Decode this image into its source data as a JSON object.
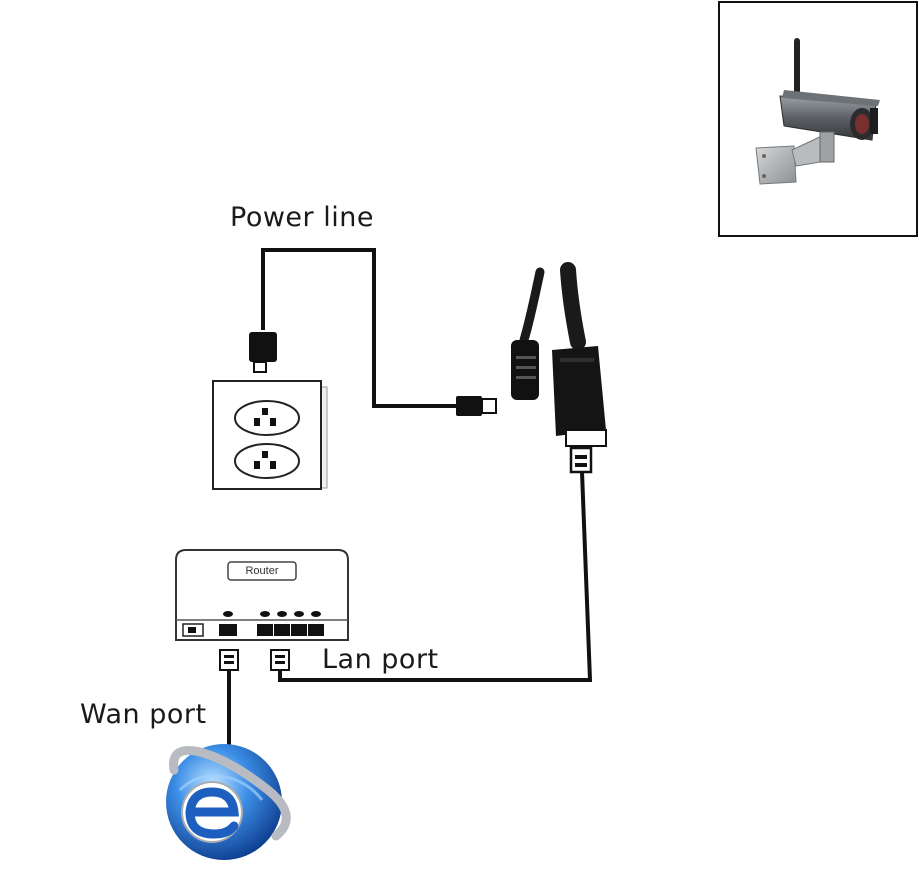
{
  "labels": {
    "power_line": "Power line",
    "lan_port": "Lan port",
    "wan_port": "Wan port",
    "router": "Router"
  },
  "icons": [
    "camera-icon",
    "power-plug-icon",
    "wall-outlet-icon",
    "dc-connector-icon",
    "camera-pigtail-cable-icon",
    "router-icon",
    "rj45-plug-icon",
    "internet-explorer-globe-icon"
  ],
  "colors": {
    "cable": "#111111",
    "camera_body": "#5c6064",
    "globe_blue": "#1f63c4"
  }
}
